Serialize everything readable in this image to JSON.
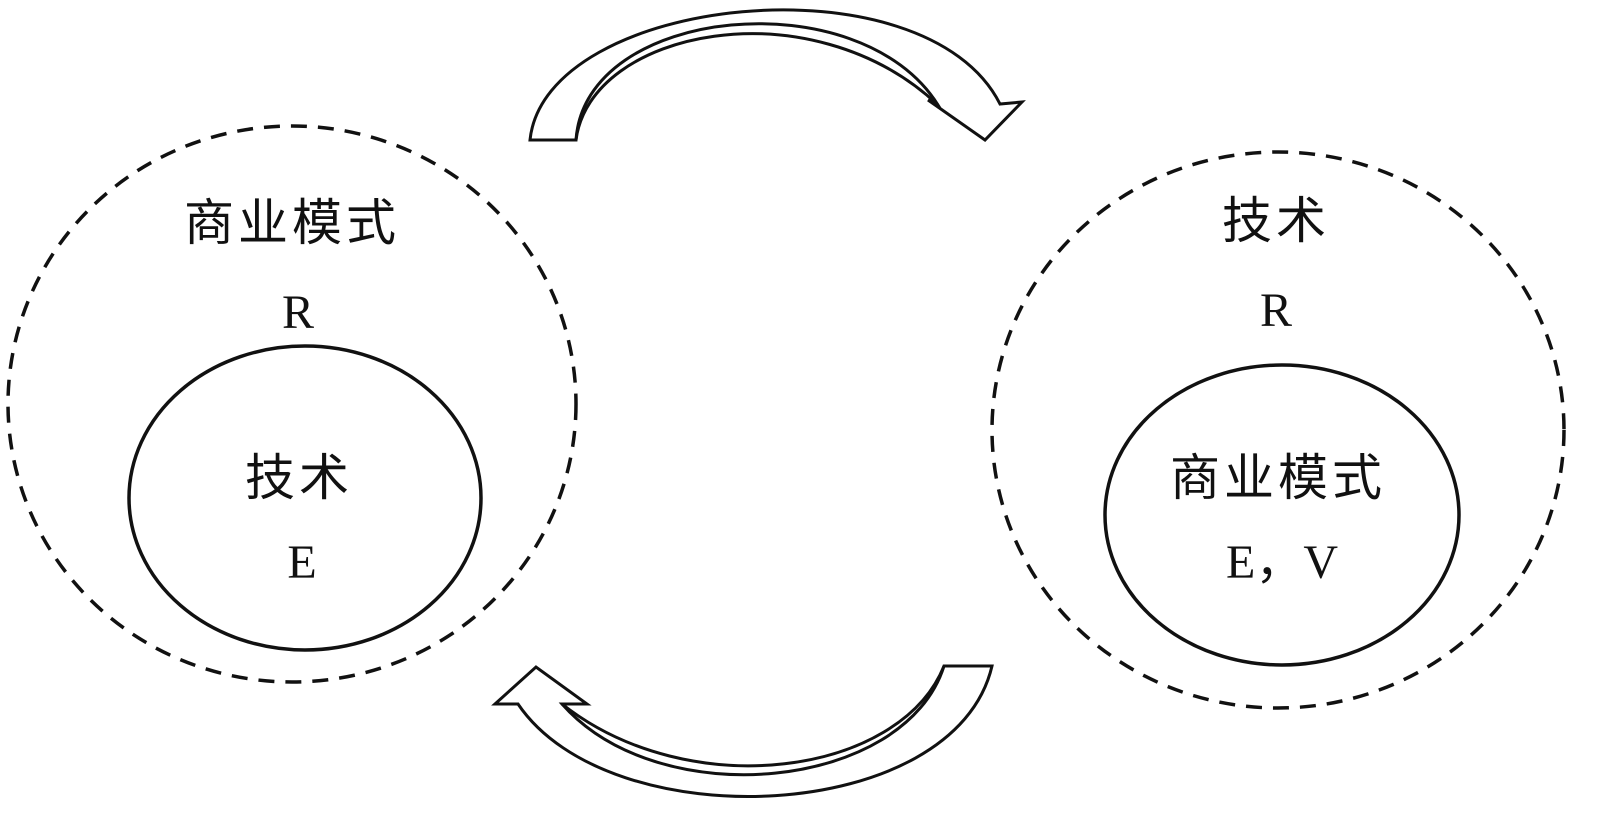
{
  "left_group": {
    "outer_label": "商业模式",
    "outer_letter": "R",
    "inner_label": "技术",
    "inner_letter": "E"
  },
  "right_group": {
    "outer_label": "技术",
    "outer_letter": "R",
    "inner_label": "商业模式",
    "inner_letter": "E，V"
  },
  "colors": {
    "stroke": "#111111",
    "background": "#ffffff"
  }
}
